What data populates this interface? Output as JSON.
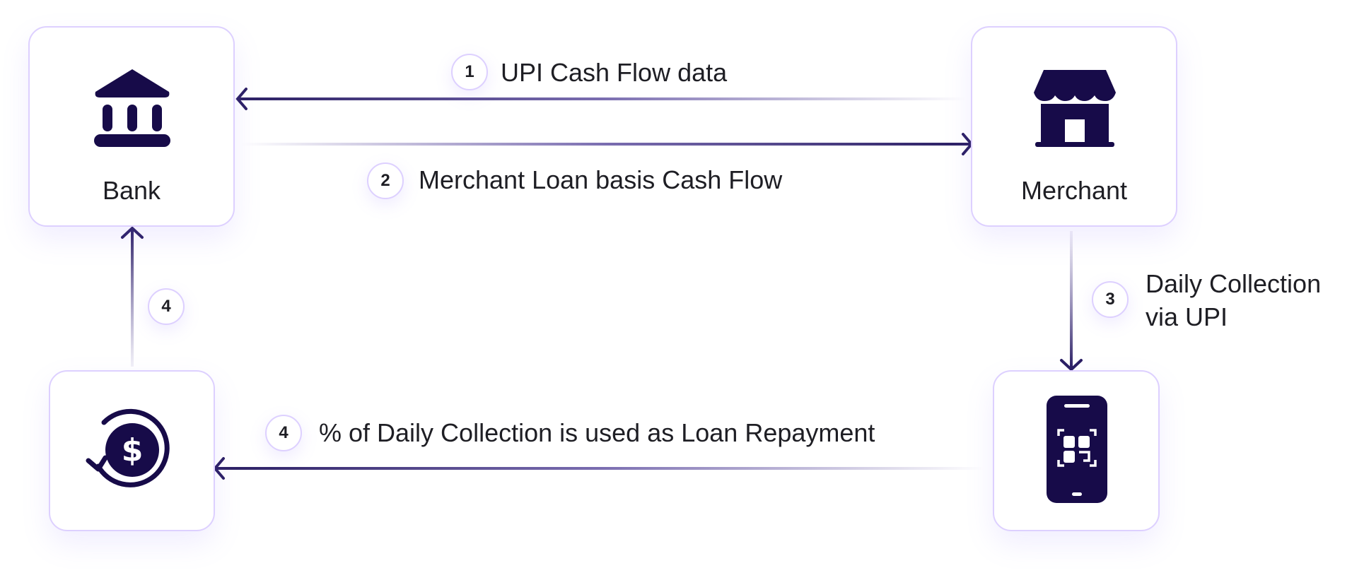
{
  "nodes": {
    "bank": {
      "label": "Bank",
      "icon": "bank-icon"
    },
    "merchant": {
      "label": "Merchant",
      "icon": "store-icon"
    },
    "repayment": {
      "icon": "dollar-cycle-icon"
    },
    "phone": {
      "icon": "phone-qr-icon"
    }
  },
  "flows": [
    {
      "step": "1",
      "text": "UPI Cash Flow data"
    },
    {
      "step": "2",
      "text": "Merchant Loan basis Cash Flow"
    },
    {
      "step": "3",
      "text_line1": "Daily Collection",
      "text_line2": "via UPI"
    },
    {
      "step": "4"
    },
    {
      "step": "4",
      "text": "% of Daily Collection is used as Loan Repayment"
    }
  ],
  "colors": {
    "primary": "#170b49",
    "border": "#ddd0ff",
    "text": "#1e1e24"
  }
}
